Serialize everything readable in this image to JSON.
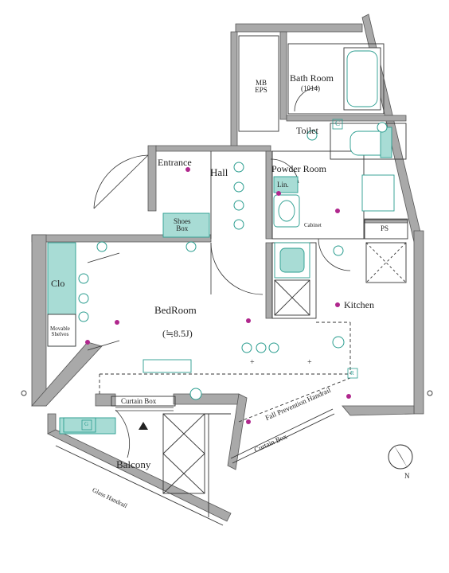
{
  "labels": {
    "mb_eps": "MB\nEPS",
    "bath_room": "Bath Room",
    "bath_size": "(1014)",
    "toilet": "Toilet",
    "entrance": "Entrance",
    "hall": "Hall",
    "powder_room": "Powder Room",
    "lin": "Lin.",
    "shoes_box": "Shoes\nBox",
    "cabinet": "Cabinet",
    "ps": "PS",
    "clo": "Clo",
    "movable_shelves": "Movable\nShelves",
    "bedroom": "BedRoom",
    "bedroom_size": "(≒8.5J)",
    "kitchen": "Kitchen",
    "curtain_box_1": "Curtain Box",
    "curtain_box_2": "Curtain Box",
    "fall_prevention": "Fall Prevention Handrail",
    "balcony": "Balcony",
    "glass_handrail": "Glass Handrail",
    "north": "N",
    "c_mark": "C",
    "r_mark": "R",
    "g_mark": "G"
  },
  "colors": {
    "wall": "#a9a9a9",
    "wall_edge": "#555555",
    "fixture": "#2a9d8f",
    "fixture_fill": "#a8dcd5",
    "outlet": "#b0278d",
    "line": "#333333"
  }
}
